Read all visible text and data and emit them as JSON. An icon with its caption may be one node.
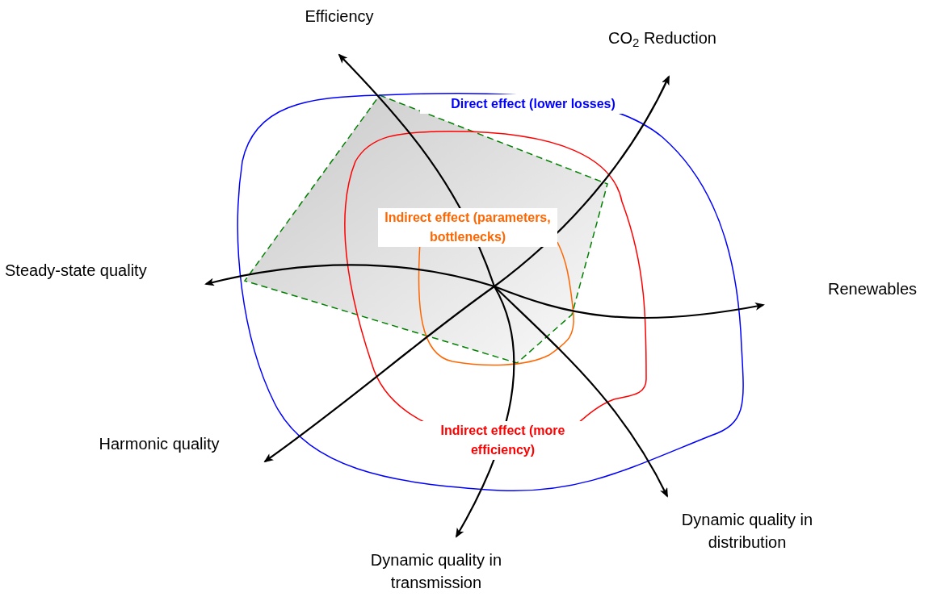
{
  "diagram": {
    "nodes": [
      {
        "text": [
          "Efficiency"
        ]
      },
      {
        "text": [
          "CO$_{2}$ Reduction"
        ]
      },
      {
        "text": [
          "Steady-state quality"
        ]
      },
      {
        "text": [
          "Renewables"
        ]
      },
      {
        "text": [
          "Harmonic quality"
        ]
      },
      {
        "text": [
          "Dynamic quality in transmission"
        ]
      },
      {
        "text": [
          "Dynamic quality in distribution"
        ]
      }
    ],
    "edges": [
      {
        "from": null,
        "to": 0,
        "arrow": "to"
      },
      {
        "from": null,
        "to": 1,
        "arrow": "to"
      },
      {
        "from": null,
        "to": 2,
        "arrow": "to"
      },
      {
        "from": null,
        "to": 3,
        "arrow": "to"
      },
      {
        "from": null,
        "to": 4,
        "arrow": "to"
      },
      {
        "from": null,
        "to": 5,
        "arrow": "to"
      },
      {
        "from": null,
        "to": 6,
        "arrow": "to"
      }
    ],
    "labels": [
      "Direct effect (lower losses)",
      "Indirect effect (parameters, bottlenecks)",
      "Indirect effect (more efficiency)"
    ]
  }
}
